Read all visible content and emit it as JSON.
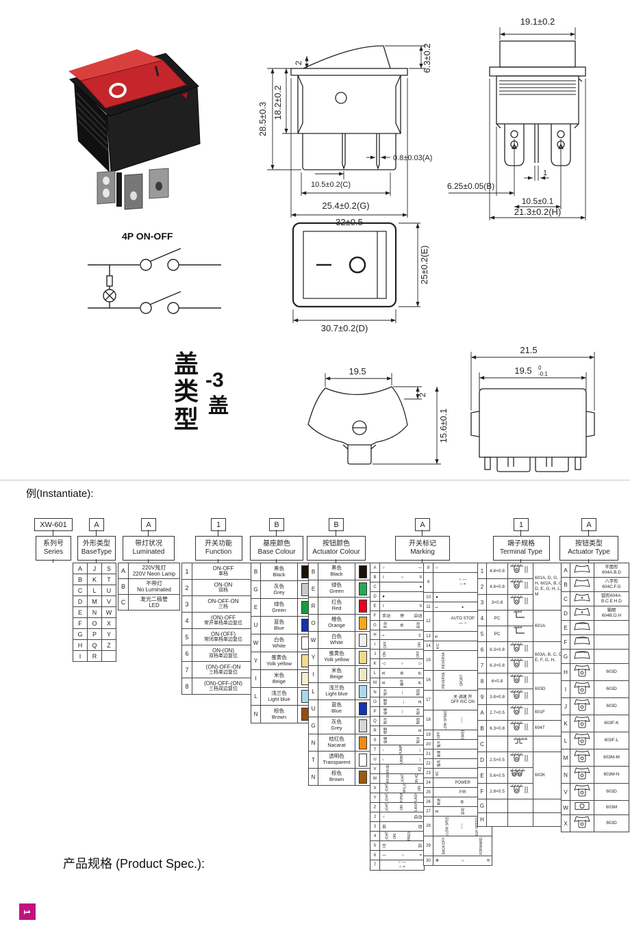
{
  "page": {
    "instantiate_label": "例(Instantiate):",
    "product_spec_label": "产品规格 (Product Spec.):",
    "corner_page_number": "1",
    "corner_color": "#c0137f"
  },
  "photo": {
    "mark_on": "I",
    "mark_off": "O"
  },
  "drawings": {
    "side": {
      "total_height": "28.5±0.3",
      "body_height": "18.2±0.2",
      "flange_thickness": "2",
      "rocker_height": "6.3±0.2",
      "pin_offset_c": "10.5±0.2(C)",
      "pin_thickness_a": "0.8±0.03(A)",
      "pin_span_g": "25.4±0.2(G)",
      "total_width": "32±0.5"
    },
    "front": {
      "rocker_width": "19.1±0.2",
      "pin_gap": "1",
      "edge_to_pin_b": "6.25±0.05(B)",
      "pin_pitch": "10.5±0.1",
      "body_width_h": "21.3±0.2(H)"
    },
    "circuit": {
      "label": "4P ON-OFF"
    },
    "panel": {
      "width_d": "30.7±0.2(D)",
      "height_e": "25±0.2(E)"
    },
    "cover": {
      "section_title": "盖类型",
      "variant_code": "-3",
      "variant_word": "盖",
      "top_width": "19.5",
      "lip": "2",
      "height": "15.6±0.1",
      "outer_width": "21.5",
      "inner_width": "19.5",
      "tol_upper": "0",
      "tol_lower": "-0.1"
    }
  },
  "code_tree": {
    "columns": [
      {
        "code": "XW-601",
        "cn": "系列号",
        "en": "Series"
      },
      {
        "code": "A",
        "cn": "外形类型",
        "en": "BaseType"
      },
      {
        "code": "A",
        "cn": "带灯状况",
        "en": "Luminated"
      },
      {
        "code": "1",
        "cn": "开关功能",
        "en": "Function"
      },
      {
        "code": "B",
        "cn": "基座颜色",
        "en": "Base Colour"
      },
      {
        "code": "B",
        "cn": "按钮颜色",
        "en": "Actuator Colour"
      },
      {
        "code": "A",
        "cn": "开关标记",
        "en": "Marking"
      },
      {
        "code": "1",
        "cn": "端子规格",
        "en": "Terminal Type"
      },
      {
        "code": "A",
        "cn": "按钮类型",
        "en": "Actuator Type"
      }
    ]
  },
  "base_type": {
    "grid": [
      [
        "A",
        "J",
        "S"
      ],
      [
        "B",
        "K",
        "T"
      ],
      [
        "C",
        "L",
        "U"
      ],
      [
        "D",
        "M",
        "V"
      ],
      [
        "E",
        "N",
        "W"
      ],
      [
        "F",
        "O",
        "X"
      ],
      [
        "G",
        "P",
        "Y"
      ],
      [
        "H",
        "Q",
        "Z"
      ],
      [
        "I",
        "R",
        ""
      ]
    ]
  },
  "luminated": {
    "rows": [
      {
        "code": "A",
        "cn": "220V氖灯",
        "en": "220V Neon Lamp"
      },
      {
        "code": "B",
        "cn": "不带灯",
        "en": "No Luminated"
      },
      {
        "code": "C",
        "cn": "发光二极管",
        "en": "LED"
      }
    ]
  },
  "function": {
    "rows": [
      {
        "code": "1",
        "en": "ON-OFF",
        "cn": "单档"
      },
      {
        "code": "2",
        "en": "ON-ON",
        "cn": "双档"
      },
      {
        "code": "3",
        "en": "ON-OFF-ON",
        "cn": "三档"
      },
      {
        "code": "4",
        "en": "(ON)-OFF",
        "cn": "常开单档单边复位"
      },
      {
        "code": "5",
        "en": "ON-(OFF)",
        "cn": "常闭单档单边复位"
      },
      {
        "code": "6",
        "en": "ON-(ON)",
        "cn": "双档单边复位"
      },
      {
        "code": "7",
        "en": "(ON)-OFF-ON",
        "cn": "三档单边复位"
      },
      {
        "code": "8",
        "en": "(ON)-OFF-(ON)",
        "cn": "三档双边复位"
      }
    ]
  },
  "base_colour": {
    "rows": [
      {
        "code": "B",
        "cn": "黑色",
        "en": "Black",
        "hex": "#1d1206"
      },
      {
        "code": "G",
        "cn": "灰色",
        "en": "Grey",
        "hex": "#c9c9c7"
      },
      {
        "code": "E",
        "cn": "绿色",
        "en": "Green",
        "hex": "#169c40"
      },
      {
        "code": "U",
        "cn": "蓝色",
        "en": "Blue",
        "hex": "#1531ad"
      },
      {
        "code": "W",
        "cn": "白色",
        "en": "White",
        "hex": "#ffffff"
      },
      {
        "code": "Y",
        "cn": "蛋黄色",
        "en": "Yolk yellow",
        "hex": "#f3dc8d"
      },
      {
        "code": "I",
        "cn": "米色",
        "en": "Beige",
        "hex": "#f5edcb"
      },
      {
        "code": "L",
        "cn": "浅兰色",
        "en": "Light blue",
        "hex": "#a6d9ef"
      },
      {
        "code": "N",
        "cn": "棕色",
        "en": "Brown",
        "hex": "#94500f"
      }
    ]
  },
  "actuator_colour": {
    "rows": [
      {
        "code": "B",
        "cn": "黑色",
        "en": "Black",
        "hex": "#1a1208"
      },
      {
        "code": "E",
        "cn": "绿色",
        "en": "Green",
        "hex": "#26a852"
      },
      {
        "code": "R",
        "cn": "红色",
        "en": "Red",
        "hex": "#e8001f"
      },
      {
        "code": "O",
        "cn": "橙色",
        "en": "Orange",
        "hex": "#f6a81c"
      },
      {
        "code": "W",
        "cn": "白色",
        "en": "White",
        "hex": "#f0f0ec"
      },
      {
        "code": "Y",
        "cn": "蛋黄色",
        "en": "Yolk yellow",
        "hex": "#efd98d"
      },
      {
        "code": "I",
        "cn": "米色",
        "en": "Beige",
        "hex": "#f0e7c2"
      },
      {
        "code": "L",
        "cn": "浅兰色",
        "en": "Light blue",
        "hex": "#a9d9f0"
      },
      {
        "code": "U",
        "cn": "蓝色",
        "en": "Blue",
        "hex": "#1433b4"
      },
      {
        "code": "G",
        "cn": "灰色",
        "en": "Grey",
        "hex": "#d6d6d2"
      },
      {
        "code": "N",
        "cn": "桔红色",
        "en": "Nacarat",
        "hex": "#f28a14"
      },
      {
        "code": "T",
        "cn": "透明色",
        "en": "Transparent",
        "hex": "#ffffff"
      },
      {
        "code": "N",
        "cn": "棕色",
        "en": "Brown",
        "hex": "#9a5a10"
      }
    ]
  },
  "marking": {
    "left_rows": [
      {
        "code": "A",
        "cells": [
          "○",
          "",
          "—"
        ]
      },
      {
        "code": "B",
        "cells": [
          "I",
          "○",
          "II"
        ]
      },
      {
        "code": "C",
        "cells": [
          "",
          "",
          "●"
        ]
      },
      {
        "code": "D",
        "cells": [
          "●",
          "",
          ""
        ]
      },
      {
        "code": "E",
        "cells": [
          "I",
          "",
          "II"
        ]
      },
      {
        "code": "F",
        "cells": [
          "手动",
          "停",
          "自动"
        ]
      },
      {
        "code": "G",
        "cells": [
          "手动",
          "停",
          "自动"
        ],
        "rot": true
      },
      {
        "code": "H",
        "cells": [
          "L",
          "",
          "H"
        ],
        "rot": true
      },
      {
        "code": "I",
        "cells": [
          "OFF",
          "",
          "ON"
        ],
        "rot": true
      },
      {
        "code": "J",
        "cells": [
          "ON",
          "",
          "OFF"
        ],
        "rot": true
      },
      {
        "code": "K",
        "cells": [
          "◁",
          "○",
          "▷"
        ]
      },
      {
        "code": "L",
        "cells": [
          "关",
          "停",
          "开"
        ],
        "rot": true
      },
      {
        "code": "M",
        "cells": [
          "关",
          "循环",
          "开"
        ],
        "rot": true
      },
      {
        "code": "N",
        "cells": [
          "制冷",
          "—",
          "制热"
        ],
        "rot": true
      },
      {
        "code": "O",
        "cells": [
          "喷雾",
          "—",
          "关"
        ],
        "rot": true
      },
      {
        "code": "P",
        "cells": [
          "摇摆",
          "—",
          "制冷"
        ],
        "rot": true
      },
      {
        "code": "Q",
        "cells": [
          "制冷",
          "",
          "制热"
        ],
        "rot": true
      },
      {
        "code": "R",
        "cells": [
          "喷雾",
          "",
          "关"
        ],
        "rot": true
      },
      {
        "code": "S",
        "cells": [
          "摇摆",
          "",
          "制冷"
        ],
        "rot": true
      },
      {
        "code": "T",
        "cells": [
          "○",
          "PUMP",
          "—"
        ],
        "rot": true
      },
      {
        "code": "U",
        "cells": [
          "○",
          "TURBO",
          "—"
        ],
        "rot": true
      },
      {
        "code": "V",
        "cells": [
          "OFF/8Q",
          "",
          "4Q"
        ],
        "rot": true
      },
      {
        "code": "W",
        "cells": [
          "OFF/8Q",
          "LIGHT",
          "ON 4Q"
        ],
        "rot": true
      },
      {
        "code": "X",
        "cells": [
          "LIGHT",
          "PUMP/LIGHT",
          "ON"
        ],
        "rot": true
      },
      {
        "code": "Y",
        "cells": [
          "LIGHT",
          "OFF/PUMP",
          "FLASH"
        ],
        "rot": true
      },
      {
        "code": "Z",
        "cells": [
          "LIGHT",
          "ON",
          "FLASH"
        ],
        "rot": true
      },
      {
        "code": "2",
        "cells": [
          "○",
          "",
          "自动"
        ]
      },
      {
        "code": "3",
        "cells": [
          "自",
          "",
          "动"
        ]
      },
      {
        "code": "4",
        "cells": [
          "LIGHT",
          "ON",
          "COMPRESSOR"
        ],
        "rot": true
      },
      {
        "code": "5",
        "cells": [
          "空",
          "",
          "自"
        ]
      },
      {
        "code": "6",
        "cells": [
          "—",
          "○",
          "="
        ]
      },
      {
        "code": "7",
        "stack": true,
        "cells": [
          "○ —",
          "○ ="
        ]
      }
    ],
    "right_rows": [
      {
        "code": "8",
        "cells": [
          "○",
          "",
          "—"
        ]
      },
      {
        "code": "9",
        "stack": true,
        "tall": true,
        "cells": [
          "○  —",
          "○  ="
        ]
      },
      {
        "code": "10",
        "cells": [
          "●",
          "",
          "☼"
        ]
      },
      {
        "code": "11",
        "cells": [
          "L",
          "●",
          "R"
        ],
        "rot": true
      },
      {
        "code": "12",
        "stack": true,
        "tall": true,
        "cells": [
          "AUTO STOP",
          "—  ○"
        ]
      },
      {
        "code": "13",
        "cells": [
          "B",
          "",
          "F"
        ],
        "rot": true
      },
      {
        "code": "14",
        "cells": [
          "K/C",
          "",
          "M"
        ],
        "rot": true
      },
      {
        "code": "15",
        "cells": [
          "REVERSA",
          "",
          "ADELANTE"
        ],
        "rot": true,
        "tall": true
      },
      {
        "code": "16",
        "cells": [
          "REVERSE",
          "SPORT",
          "FORWARD"
        ],
        "rot": true,
        "tall": true
      },
      {
        "code": "17",
        "stack": true,
        "tall": true,
        "cells": [
          "关 调速 开",
          "OFF R/C ON"
        ]
      },
      {
        "code": "18",
        "cells": [
          "LOW SPEED",
          "-----",
          "HIGH SPEED"
        ],
        "rot": true,
        "tall": true
      },
      {
        "code": "19",
        "cells": [
          "OFF",
          "POWER",
          "ON"
        ],
        "rot": true
      },
      {
        "code": "20",
        "cells": [
          "强冷",
          "",
          "强热"
        ],
        "rot": true
      },
      {
        "code": "21",
        "cells": [
          "高速",
          "",
          "低速"
        ],
        "rot": true
      },
      {
        "code": "22",
        "cells": [
          "强风",
          "",
          "弱风"
        ],
        "rot": true
      },
      {
        "code": "23",
        "cells": [
          "8C",
          "",
          "4C"
        ],
        "rot": true
      },
      {
        "code": "24",
        "cells": [
          "",
          "POWER",
          ""
        ]
      },
      {
        "code": "25",
        "cells": [
          "",
          "F/R",
          ""
        ]
      },
      {
        "code": "26",
        "cells": [
          "前进",
          "停",
          "后退"
        ],
        "rot": true
      },
      {
        "code": "27",
        "cells": [
          "关",
          "自动",
          "开"
        ],
        "rot": true
      },
      {
        "code": "28",
        "cells": [
          "◀ LOW SPEED",
          "-----",
          "HIGH SPEED ▶"
        ],
        "rot": true,
        "tall": true
      },
      {
        "code": "29",
        "cells": [
          "BACK/OFF",
          "",
          "FORWARD"
        ],
        "rot": true,
        "tall": true
      },
      {
        "code": "30",
        "cells": [
          "✻",
          "○",
          "❊"
        ]
      }
    ]
  },
  "terminal": {
    "rows": [
      {
        "code": "1",
        "size": "4.8×0.8",
        "icon": "lug",
        "ref": "601A, D, G, H, 602A, B, C, D, E, G, H, L, M",
        "span": 3
      },
      {
        "code": "2",
        "size": "4.8×0.8",
        "icon": "lug"
      },
      {
        "code": "3",
        "size": "3×0.8",
        "icon": "lug"
      },
      {
        "code": "4",
        "size": "PC",
        "icon": "pcb",
        "ref": "601A",
        "span": 2
      },
      {
        "code": "5",
        "size": "PC",
        "icon": "pcb"
      },
      {
        "code": "6",
        "size": "6.3×0.8",
        "icon": "lug",
        "ref": "603A, B, C, D, E, F, G, H,",
        "span": 2
      },
      {
        "code": "7",
        "size": "6.3×0.8",
        "icon": "lug"
      },
      {
        "code": "8",
        "size": "6×0.8",
        "icon": "lug",
        "ref": "603D",
        "span": 2
      },
      {
        "code": "9",
        "size": "3.8×0.8",
        "icon": "lug"
      },
      {
        "code": "A",
        "size": "2.7×0.5",
        "icon": "lug",
        "ref": "601F",
        "span": 1
      },
      {
        "code": "B",
        "size": "6.3×0.8",
        "icon": "lug",
        "ref": "604T",
        "span": 1
      },
      {
        "code": "C",
        "size": "",
        "icon": "bar",
        "ref": "",
        "span": 1
      },
      {
        "code": "D",
        "size": "2.5×0.5",
        "icon": "lug",
        "ref": "602K",
        "span": 3
      },
      {
        "code": "E",
        "size": "5.6×0.5",
        "icon": "lug2"
      },
      {
        "code": "F",
        "size": "2.8×0.5",
        "icon": "lug"
      },
      {
        "code": "G",
        "size": "",
        "icon": "",
        "ref": "",
        "span": 1
      },
      {
        "code": "H",
        "size": "",
        "icon": "",
        "ref": "",
        "span": 1
      }
    ]
  },
  "actuator_type": {
    "rows": [
      {
        "code": "A",
        "icon": "cap",
        "ref_cn": "平面形",
        "ref": "604A.B.D"
      },
      {
        "code": "B",
        "icon": "cap",
        "ref_cn": "八字形",
        "ref": "604C.F.G"
      },
      {
        "code": "C",
        "icon": "capdot",
        "ref_cn": "弧形604A.",
        "ref": "B.C.E.H.D"
      },
      {
        "code": "D",
        "icon": "capdot",
        "ref_cn": "猫眼",
        "ref": "604B.D.H"
      },
      {
        "code": "E",
        "icon": "flat",
        "ref_cn": "",
        "ref": ""
      },
      {
        "code": "F",
        "icon": "flat",
        "ref_cn": "",
        "ref": ""
      },
      {
        "code": "G",
        "icon": "flat",
        "ref_cn": "",
        "ref": ""
      },
      {
        "code": "H",
        "icon": "boot",
        "ref_cn": "",
        "ref": "603D"
      },
      {
        "code": "I",
        "icon": "boot",
        "ref_cn": "",
        "ref": "603D"
      },
      {
        "code": "J",
        "icon": "boot",
        "ref_cn": "",
        "ref": "603D"
      },
      {
        "code": "K",
        "icon": "boot",
        "ref_cn": "",
        "ref": "603F-K"
      },
      {
        "code": "L",
        "icon": "boot",
        "ref_cn": "",
        "ref": "603F-L"
      },
      {
        "code": "M",
        "icon": "boot",
        "ref_cn": "",
        "ref": "603M-M"
      },
      {
        "code": "N",
        "icon": "boot",
        "ref_cn": "",
        "ref": "603M-N"
      },
      {
        "code": "V",
        "icon": "boot",
        "ref_cn": "",
        "ref": "603D"
      },
      {
        "code": "W",
        "icon": "rect",
        "ref_cn": "",
        "ref": "603M"
      },
      {
        "code": "X",
        "icon": "boot",
        "ref_cn": "",
        "ref": "603D"
      }
    ]
  }
}
